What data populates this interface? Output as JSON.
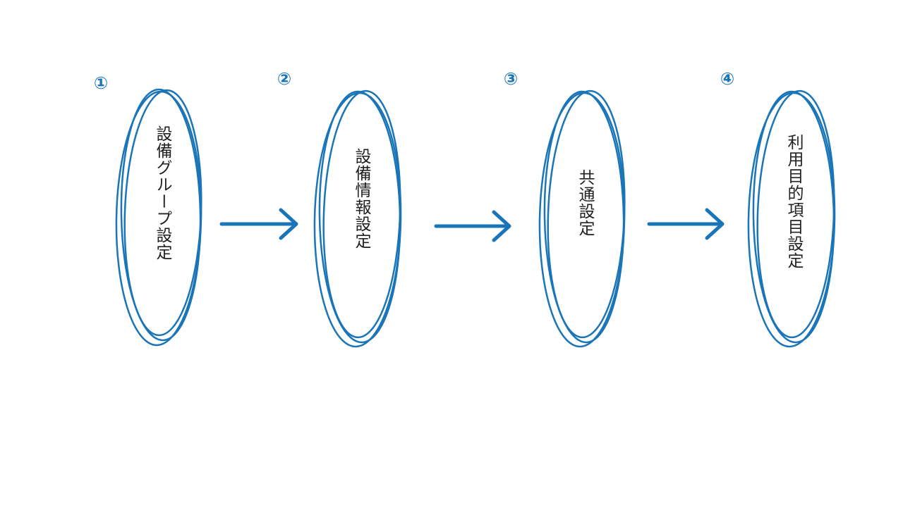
{
  "diagram": {
    "accent_color": "#1a75b8",
    "steps": [
      {
        "number": "①",
        "label": "設備グループ設定"
      },
      {
        "number": "②",
        "label": "設備情報設定"
      },
      {
        "number": "③",
        "label": "共通設定"
      },
      {
        "number": "④",
        "label": "利用目的項目設定"
      }
    ],
    "connectors": [
      {
        "icon": "arrow-right-icon"
      },
      {
        "icon": "arrow-right-icon"
      },
      {
        "icon": "arrow-right-icon"
      }
    ]
  }
}
